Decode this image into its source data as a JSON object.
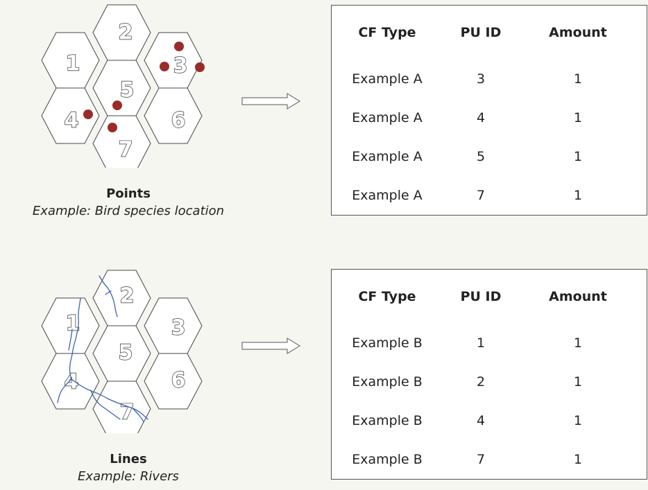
{
  "panels": [
    {
      "map_type": "points",
      "caption_title": "Points",
      "caption_subtitle": "Example: Bird species location",
      "hex_labels": [
        "1",
        "2",
        "3",
        "4",
        "5",
        "6",
        "7"
      ],
      "feature_color": "#9b2b2b",
      "table": {
        "headers": [
          "CF Type",
          "PU ID",
          "Amount"
        ],
        "rows": [
          [
            "Example A",
            "3",
            "1"
          ],
          [
            "Example A",
            "4",
            "1"
          ],
          [
            "Example A",
            "5",
            "1"
          ],
          [
            "Example A",
            "7",
            "1"
          ]
        ]
      }
    },
    {
      "map_type": "lines",
      "caption_title": "Lines",
      "caption_subtitle": "Example: Rivers",
      "hex_labels": [
        "1",
        "2",
        "3",
        "4",
        "5",
        "6",
        "7"
      ],
      "feature_color": "#3a62b0",
      "table": {
        "headers": [
          "CF Type",
          "PU ID",
          "Amount"
        ],
        "rows": [
          [
            "Example B",
            "1",
            "1"
          ],
          [
            "Example B",
            "2",
            "1"
          ],
          [
            "Example B",
            "4",
            "1"
          ],
          [
            "Example B",
            "7",
            "1"
          ]
        ]
      }
    }
  ]
}
